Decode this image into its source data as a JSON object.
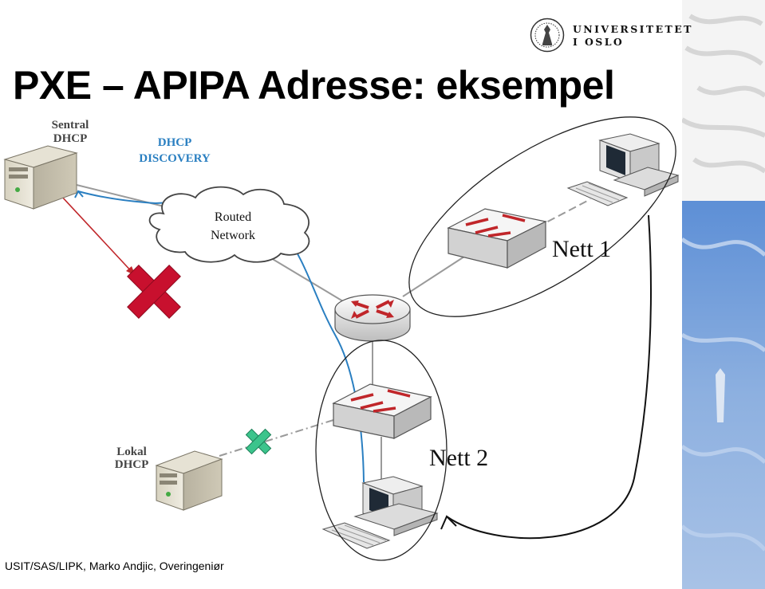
{
  "slide": {
    "title": "PXE – APIPA Adresse: eksempel",
    "footer": "USIT/SAS/LIPK, Marko Andjic, Overingeniør"
  },
  "branding": {
    "university_line1": "UNIVERSITETET",
    "university_line2": "I OSLO"
  },
  "diagram": {
    "central_dhcp_label_line1": "Sentral",
    "central_dhcp_label_line2": "DHCP",
    "dhcp_discovery_line1": "DHCP",
    "dhcp_discovery_line2": "DISCOVERY",
    "routed_network_line1": "Routed",
    "routed_network_line2": "Network",
    "local_dhcp_label_line1": "Lokal",
    "local_dhcp_label_line2": "DHCP",
    "net1_label": "Nett 1",
    "net2_label": "Nett 2"
  },
  "colors": {
    "discovery_path": "#2a7fc1",
    "blocked_path": "#c0262a",
    "blocked_x": "#c8102e",
    "allowed_x": "#3cc48c",
    "background_strip_blue": "#6f9ad6"
  }
}
